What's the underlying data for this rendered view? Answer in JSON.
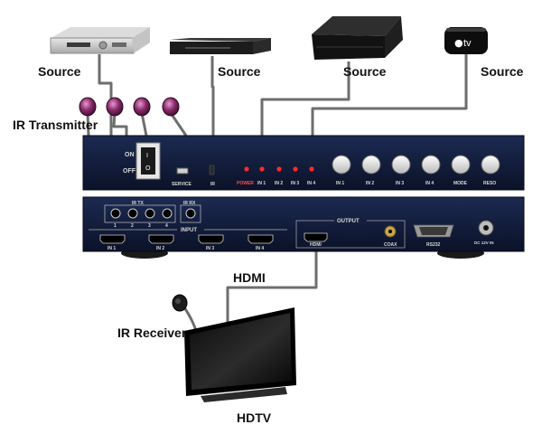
{
  "labels": {
    "source_1": "Source",
    "source_2": "Source",
    "source_3": "Source",
    "source_4": "Source",
    "ir_transmitter": "IR Transmitter",
    "ir_receiver": "IR Receiver",
    "hdmi": "HDMI",
    "hdtv": "HDTV"
  },
  "devices": {
    "appletv_text": "tv"
  },
  "front_panel": {
    "on": "ON",
    "off": "OFF",
    "switch_on_mark": "I",
    "switch_off_mark": "O",
    "service": "SERVICE",
    "ir": "IR",
    "led_labels": [
      "POWER",
      "IN 1",
      "IN 2",
      "IN 3",
      "IN 4"
    ],
    "button_labels": [
      "IN 1",
      "IN 2",
      "IN 3",
      "IN 4",
      "MODE",
      "RESO"
    ]
  },
  "rear_panel": {
    "ir_tx": "IR TX",
    "ir_tx_ports": [
      "1",
      "2",
      "3",
      "4"
    ],
    "ir_rx": "IR RX",
    "input": "INPUT",
    "input_labels": [
      "IN 1",
      "IN 2",
      "IN 3",
      "IN 4"
    ],
    "output": "OUTPUT",
    "hdmi_out": "HDMI",
    "coax": "COAX",
    "rs232": "RS232",
    "dc": "DC 12V IN"
  },
  "colors": {
    "chassis": "#101a3a",
    "panel_text": "#d8d8d8",
    "led": "#ff2a2a",
    "ir_emitter": "#8a2a6a",
    "cable": "#6e6e6e"
  }
}
